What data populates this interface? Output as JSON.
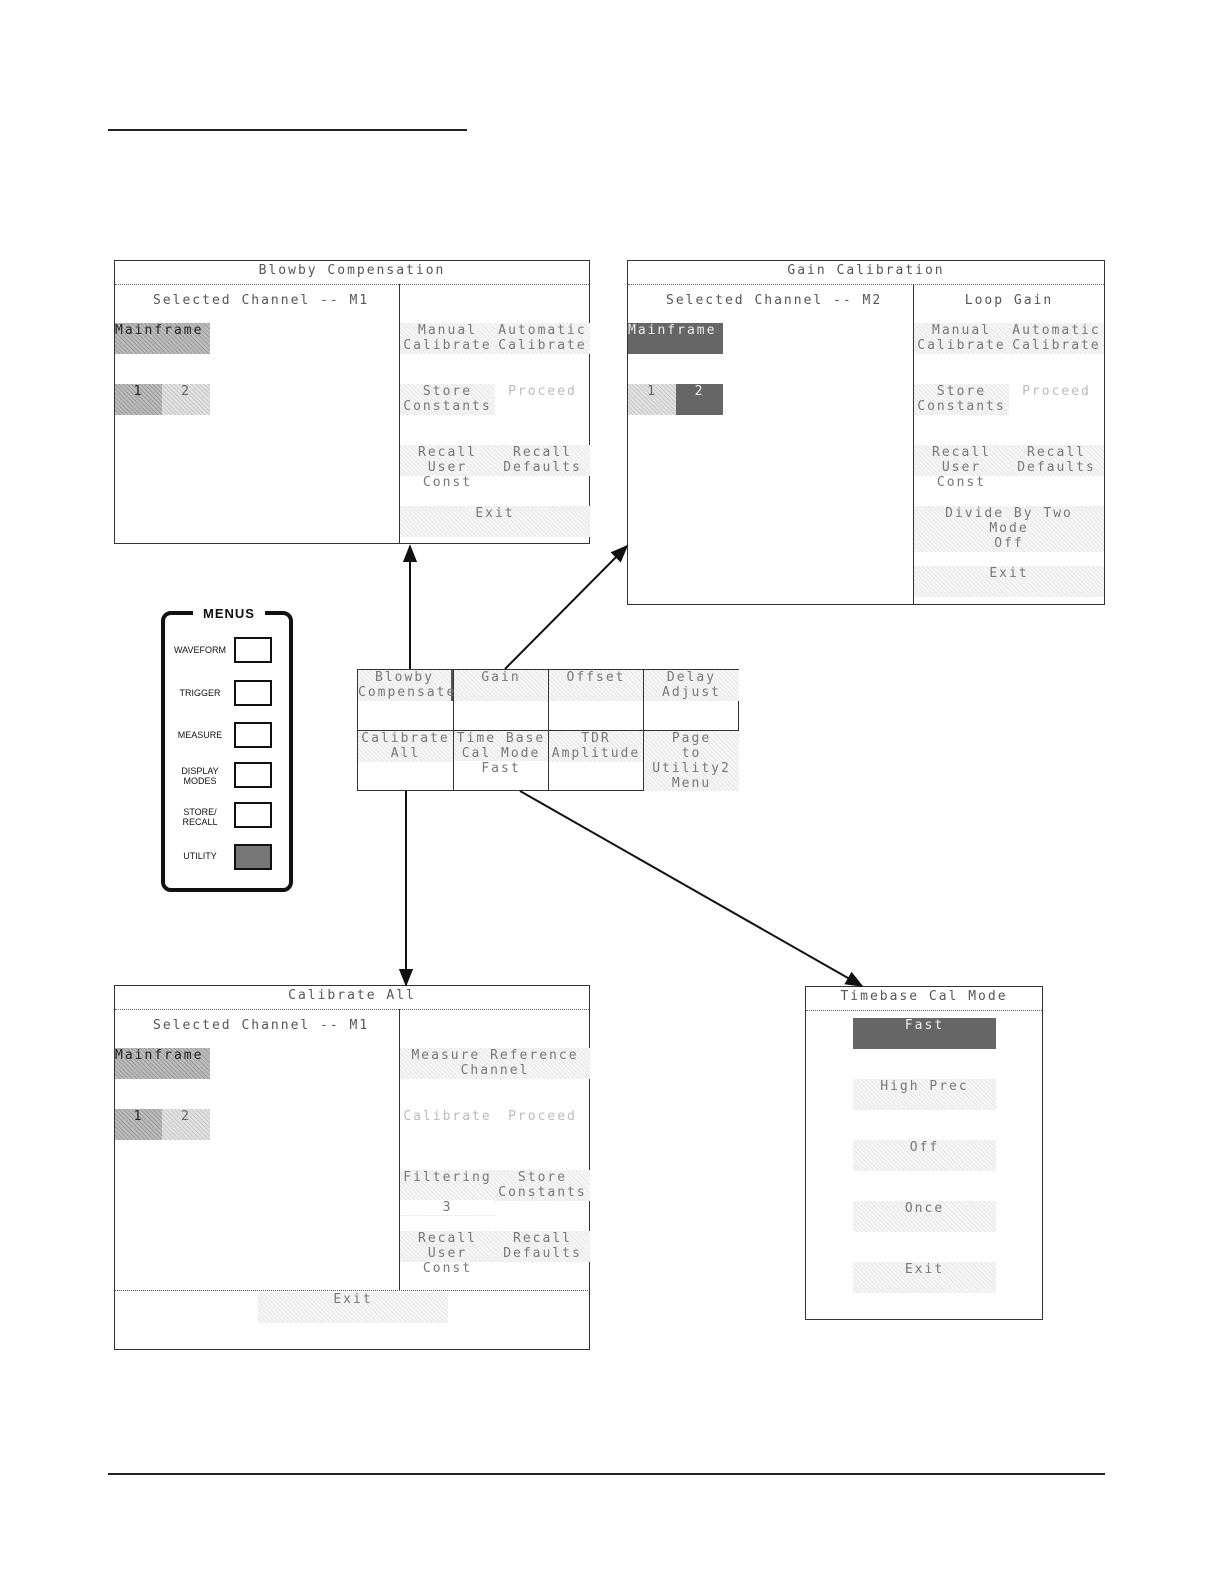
{
  "blowby": {
    "title": "Blowby Compensation",
    "selected_channel": "Selected Channel -- M1",
    "mainframe": "Mainframe",
    "ch1": "1",
    "ch2": "2",
    "manual_calibrate": [
      "Manual",
      "Calibrate"
    ],
    "automatic_calibrate": [
      "Automatic",
      "Calibrate"
    ],
    "store_constants": [
      "Store",
      "Constants"
    ],
    "proceed": "Proceed",
    "recall_user_const": [
      "Recall",
      "User Const"
    ],
    "recall_defaults": [
      "Recall",
      "Defaults"
    ],
    "exit": "Exit"
  },
  "gain": {
    "title": "Gain Calibration",
    "selected_channel": "Selected Channel -- M2",
    "loop_gain": "Loop Gain",
    "mainframe": "Mainframe",
    "ch1": "1",
    "ch2": "2",
    "manual_calibrate": [
      "Manual",
      "Calibrate"
    ],
    "automatic_calibrate": [
      "Automatic",
      "Calibrate"
    ],
    "store_constants": [
      "Store",
      "Constants"
    ],
    "proceed": "Proceed",
    "recall_user_const": [
      "Recall",
      "User Const"
    ],
    "recall_defaults": [
      "Recall",
      "Defaults"
    ],
    "divide_by_two": [
      "Divide By Two",
      "Mode",
      "Off"
    ],
    "exit": "Exit"
  },
  "utility": {
    "blowby": [
      "Blowby",
      "Compensate"
    ],
    "gain": "Gain",
    "offset": "Offset",
    "delay": [
      "Delay",
      "Adjust"
    ],
    "calibrate_all": [
      "Calibrate",
      "All"
    ],
    "timebase": [
      "Time Base",
      "Cal Mode",
      "Fast"
    ],
    "tdr": [
      "TDR",
      "Amplitude"
    ],
    "page": [
      "Page",
      "to",
      "Utility2",
      "Menu"
    ]
  },
  "menus": {
    "title": "MENUS",
    "waveform": "WAVEFORM",
    "trigger": "TRIGGER",
    "measure": "MEASURE",
    "display": [
      "DISPLAY",
      "MODES"
    ],
    "store": [
      "STORE/",
      "RECALL"
    ],
    "utility": "UTILITY"
  },
  "calall": {
    "title": "Calibrate All",
    "selected_channel": "Selected Channel -- M1",
    "mainframe": "Mainframe",
    "ch1": "1",
    "ch2": "2",
    "measure_reference": [
      "Measure Reference",
      "Channel"
    ],
    "calibrate": "Calibrate",
    "proceed": "Proceed",
    "filtering": "Filtering",
    "filtering_value": "3",
    "store_constants": [
      "Store",
      "Constants"
    ],
    "recall_user_const": [
      "Recall",
      "User Const"
    ],
    "recall_defaults": [
      "Recall",
      "Defaults"
    ],
    "exit": "Exit"
  },
  "timebase": {
    "title": "Timebase Cal Mode",
    "fast": "Fast",
    "high_prec": "High Prec",
    "off": "Off",
    "once": "Once",
    "exit": "Exit"
  }
}
